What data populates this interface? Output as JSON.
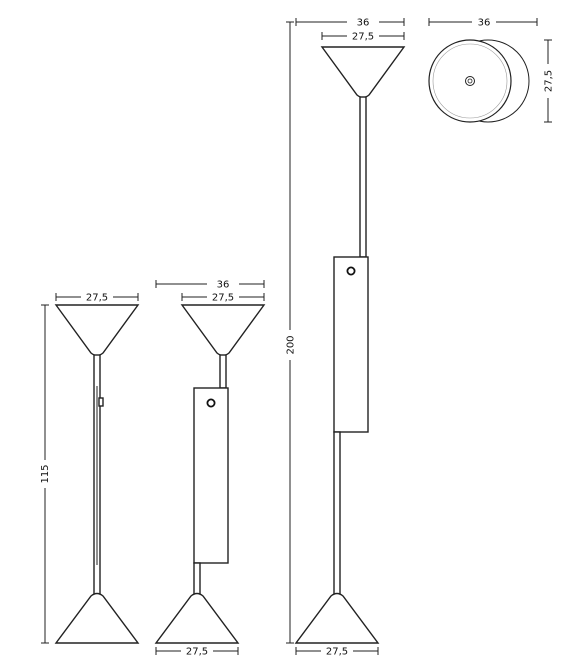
{
  "dimensions": {
    "lamp_a_top_width": "27,5",
    "lamp_a_height": "115",
    "lamp_b_top_total": "36",
    "lamp_b_top_width": "27,5",
    "lamp_b_base_width": "27,5",
    "lamp_c_top_total": "36",
    "lamp_c_top_width": "27,5",
    "lamp_c_height": "200",
    "lamp_c_base_width": "27,5",
    "plan_width": "36",
    "plan_depth": "27,5"
  }
}
